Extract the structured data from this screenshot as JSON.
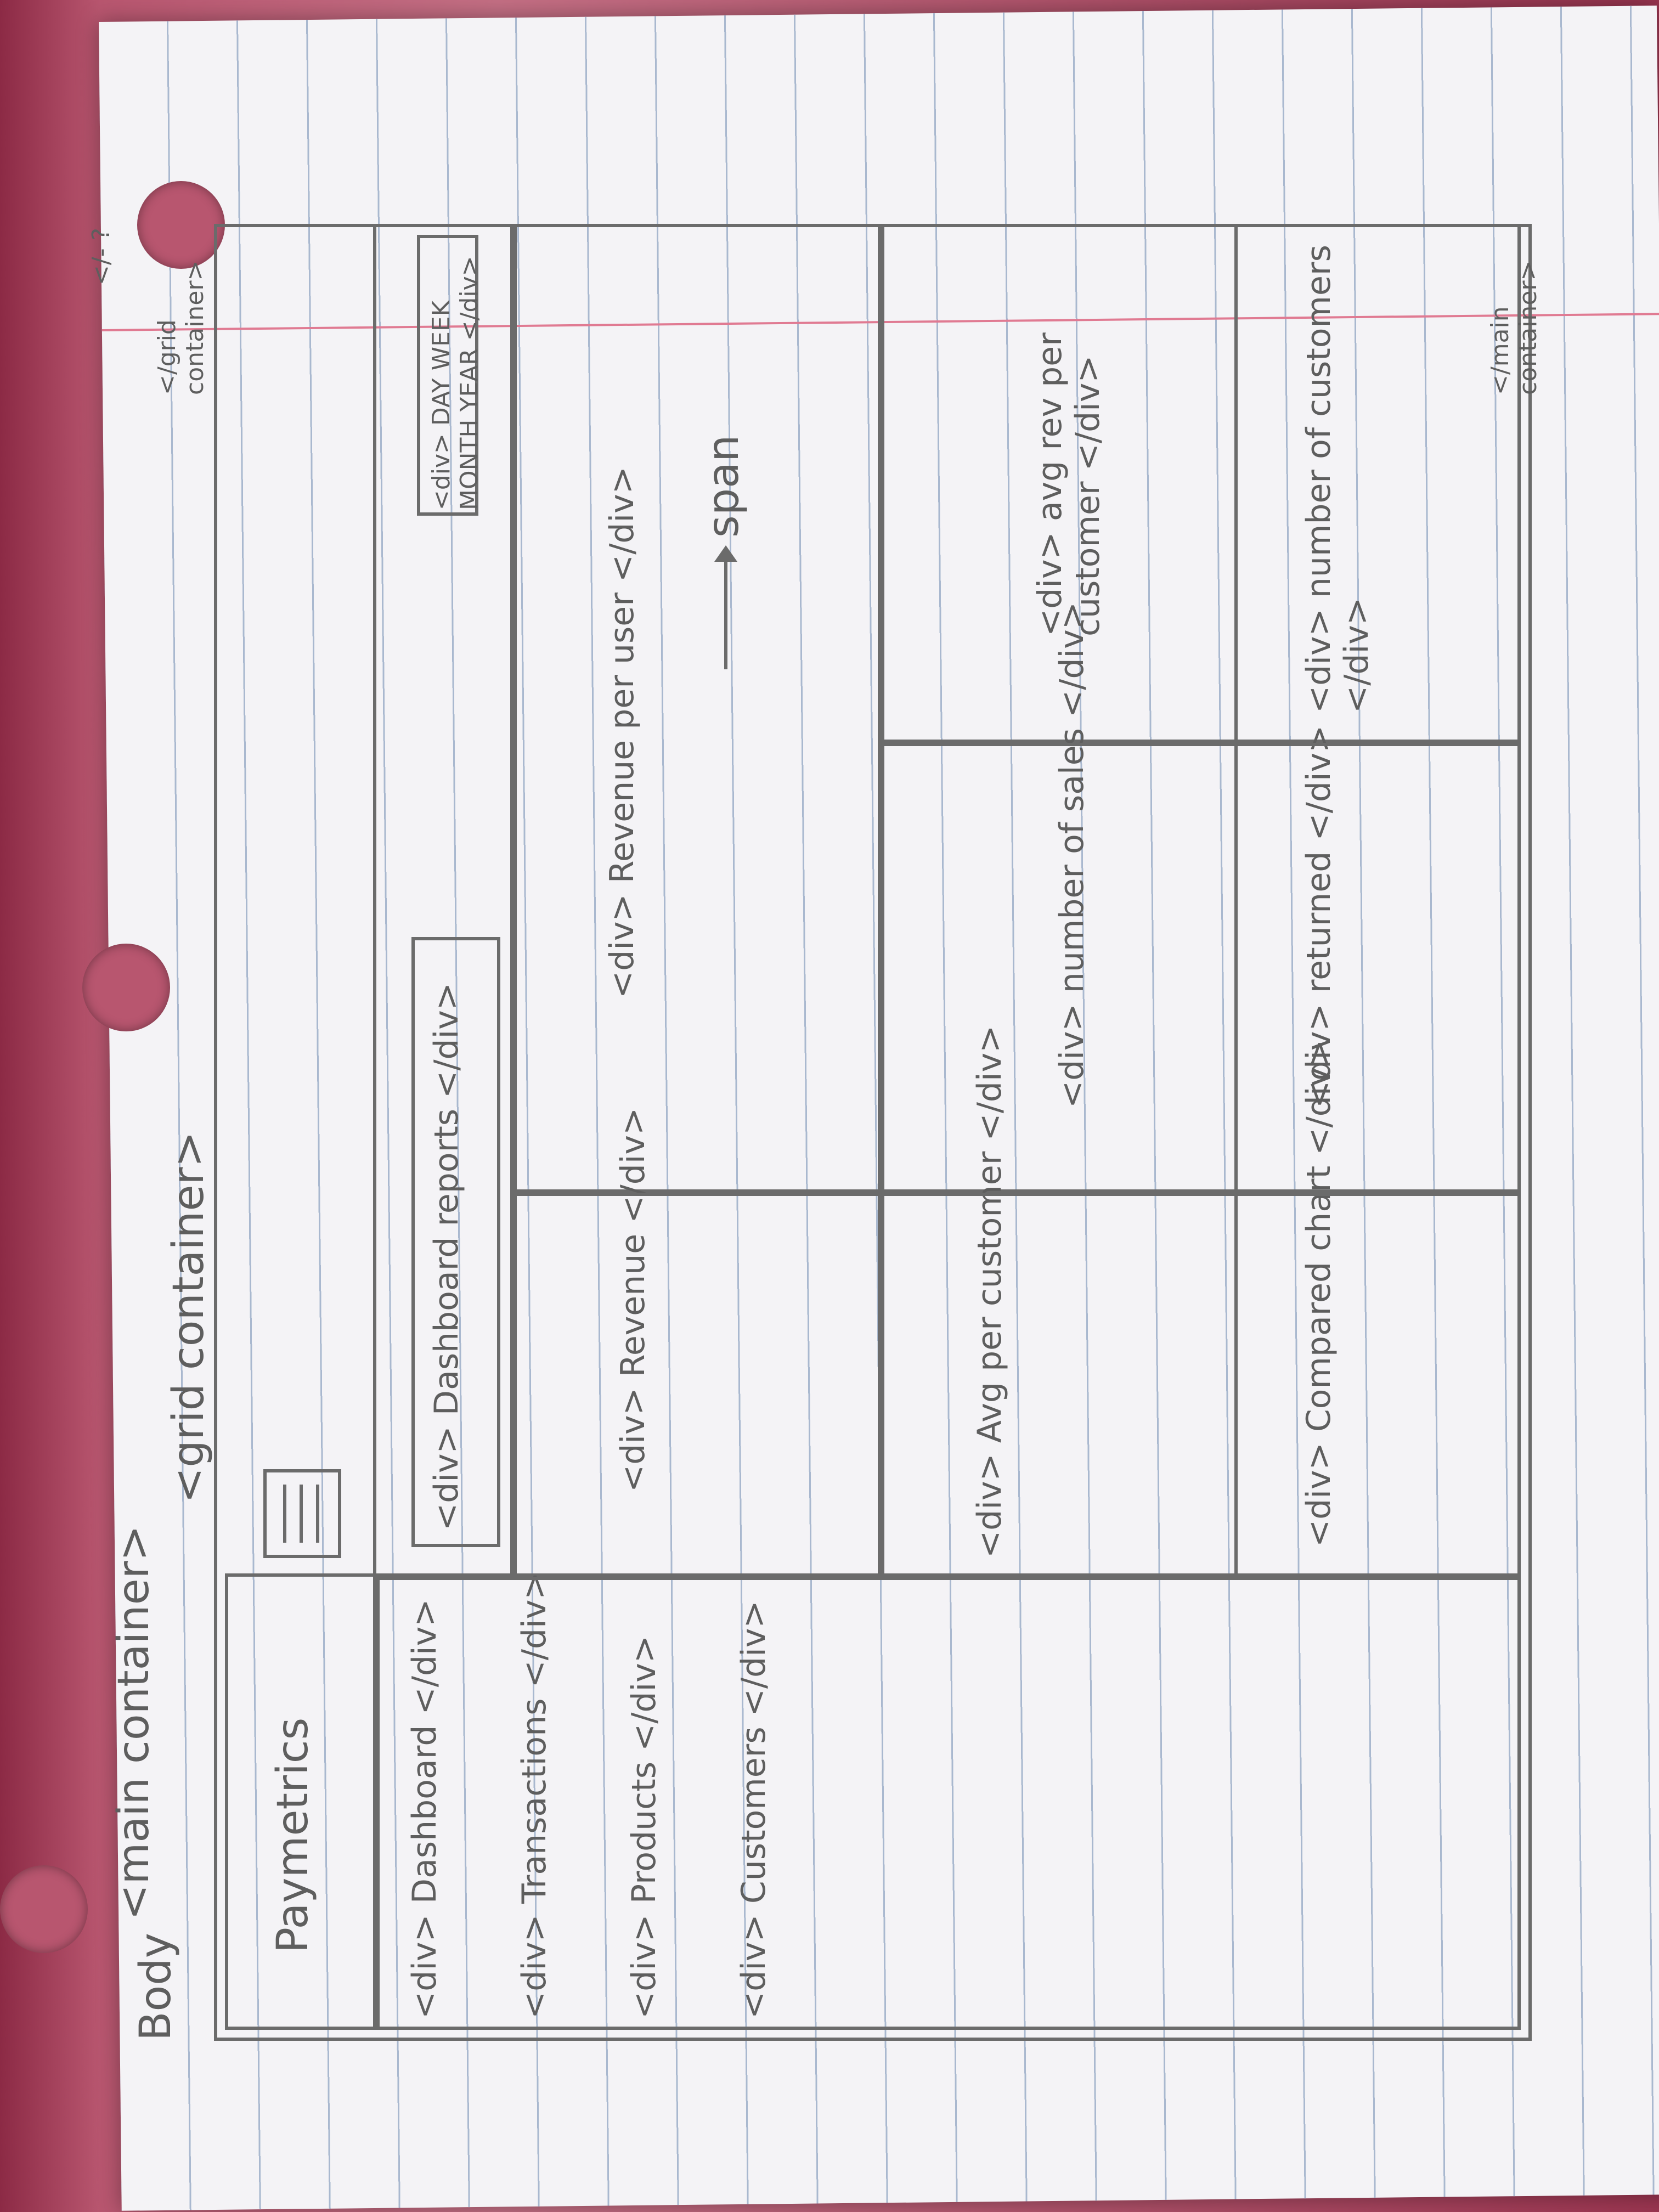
{
  "sketch": {
    "body_label": "Body",
    "main_container_label": "<main container>",
    "grid_container_label": "<grid container>",
    "grid_container_close": "</grid container>",
    "main_container_close": "</main container>",
    "close_tag": "</- ?",
    "sidebar": {
      "brand": "Paymetrics",
      "items": [
        "<div> Dashboard </div>",
        "<div> Transactions </div>",
        "<div> Products </div>",
        "<div> Customers </div>"
      ]
    },
    "header": {
      "title": "<div> Dashboard reports </div>",
      "period": "<div> DAY WEEK MONTH YEAR </div>"
    },
    "cards": {
      "revenue": "<div> Revenue </div>",
      "revenue_per_user": "<div> Revenue per user </div>",
      "span_label": "span",
      "avg_per_customer": "<div> Avg per customer </div>",
      "number_of_sales": "<div> number of sales </div>",
      "avg_rev_per_customer": "<div> avg rev per customer </div>",
      "compared_chart": "<div> Compared chart </div>",
      "returned": "<div> returned </div>",
      "number_of_customers": "<div> number of customers </div>"
    }
  }
}
